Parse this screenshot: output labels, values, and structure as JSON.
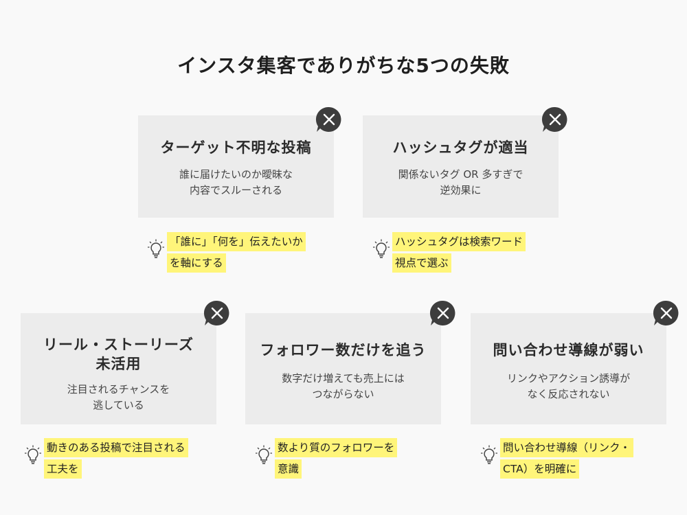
{
  "title": "インスタ集客でありがちな5つの失敗",
  "cards": [
    {
      "title_lines": [
        "ターゲット不明な投稿"
      ],
      "desc_lines": [
        "誰に届けたいのか曖昧な",
        "内容でスルーされる"
      ],
      "tip_lines": [
        "「誰に」「何を」伝えたいか",
        "を軸にする"
      ]
    },
    {
      "title_lines": [
        "ハッシュタグが適当"
      ],
      "desc_lines": [
        "関係ないタグ OR 多すぎで",
        "逆効果に"
      ],
      "tip_lines": [
        "ハッシュタグは検索ワード",
        "視点で選ぶ"
      ]
    },
    {
      "title_lines": [
        "リール・ストーリーズ",
        "未活用"
      ],
      "desc_lines": [
        "注目されるチャンスを",
        "逃している"
      ],
      "tip_lines": [
        "動きのある投稿で注目される",
        "工夫を"
      ]
    },
    {
      "title_lines": [
        "フォロワー数だけを追う"
      ],
      "desc_lines": [
        "数字だけ増えても売上には",
        "つながらない"
      ],
      "tip_lines": [
        "数より質のフォロワーを",
        "意識"
      ]
    },
    {
      "title_lines": [
        "問い合わせ導線が弱い"
      ],
      "desc_lines": [
        "リンクやアクション誘導が",
        "なく反応されない"
      ],
      "tip_lines": [
        "問い合わせ導線（リンク・",
        "CTA）を明確に"
      ]
    }
  ],
  "colors": {
    "badge": "#3d3d3d",
    "highlight": "#fff57a",
    "card": "#ececec"
  },
  "icons": {
    "badge": "close-icon",
    "tip": "lightbulb-icon"
  }
}
